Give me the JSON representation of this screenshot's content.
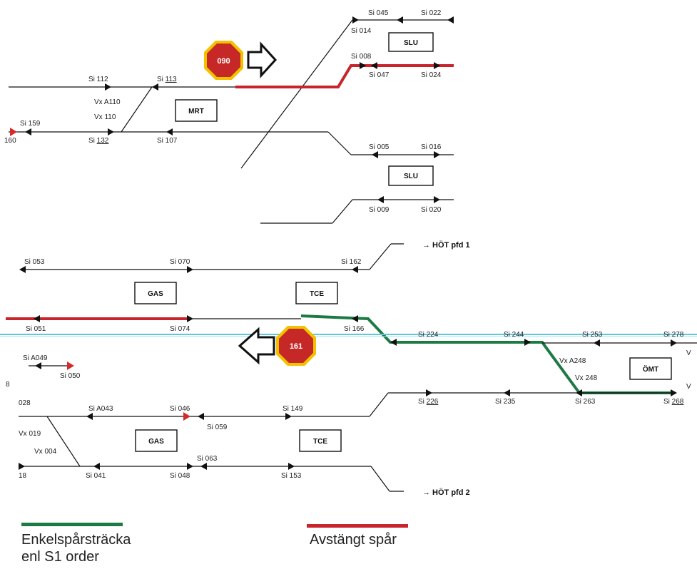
{
  "colors": {
    "closed_track": "#c8242b",
    "single_track": "#1e7a45",
    "stop_sign": "#c62828",
    "stop_border": "#f2c200",
    "cut_line": "#5bc8de"
  },
  "stations": {
    "slu": "SLU",
    "mrt": "MRT",
    "gas": "GAS",
    "tce": "TCE",
    "omt": "ÖMT"
  },
  "stop_signs": {
    "top": "090",
    "middle": "161"
  },
  "destinations": {
    "hot1": "→ HÖT pfd 1",
    "hot2": "→ HÖT pfd 2"
  },
  "signals": {
    "s045": "Si 045",
    "s022": "Si 022",
    "s014": "Si 014",
    "s008": "Si 008",
    "s047": "Si 047",
    "s024": "Si 024",
    "s112": "Si 112",
    "s113a": "Si ",
    "s113b": "113",
    "s159": "Si 159",
    "s160": "160",
    "s132a": "Si ",
    "s132b": "132",
    "s107": "Si 107",
    "s005": "Si 005",
    "s016": "Si 016",
    "s009": "Si 009",
    "s020": "Si 020",
    "s053": "Si 053",
    "s070": "Si 070",
    "s162": "Si 162",
    "s051": "Si 051",
    "s074": "Si 074",
    "s166": "Si 166",
    "s224": "Si 224",
    "s244": "Si 244",
    "s253": "Si 253",
    "s278": "Si 278",
    "sA049": "Si A049",
    "s050": "Si 050",
    "s8": "8",
    "s028": "028",
    "sA043": "Si A043",
    "s046": "Si 046",
    "s059": "Si 059",
    "s149": "Si 149",
    "s226a": "Si ",
    "s226b": "226",
    "s235": "Si 235",
    "s263": "Si 263",
    "s268a": "Si ",
    "s268b": "268",
    "s063": "Si 063",
    "s18": "18",
    "s041": "Si 041",
    "s048": "Si 048",
    "s153": "Si 153",
    "vright1": "V",
    "vright2": "V"
  },
  "switches": {
    "vxA110": "Vx A110",
    "vx110": "Vx 110",
    "vxA248": "Vx A248",
    "vx248": "Vx 248",
    "vx019": "Vx 019",
    "vx004": "Vx 004"
  },
  "legend": {
    "single_track_l1": "Enkelspårsträcka",
    "single_track_l2": "enl S1 order",
    "closed_track": "Avstängt spår"
  }
}
